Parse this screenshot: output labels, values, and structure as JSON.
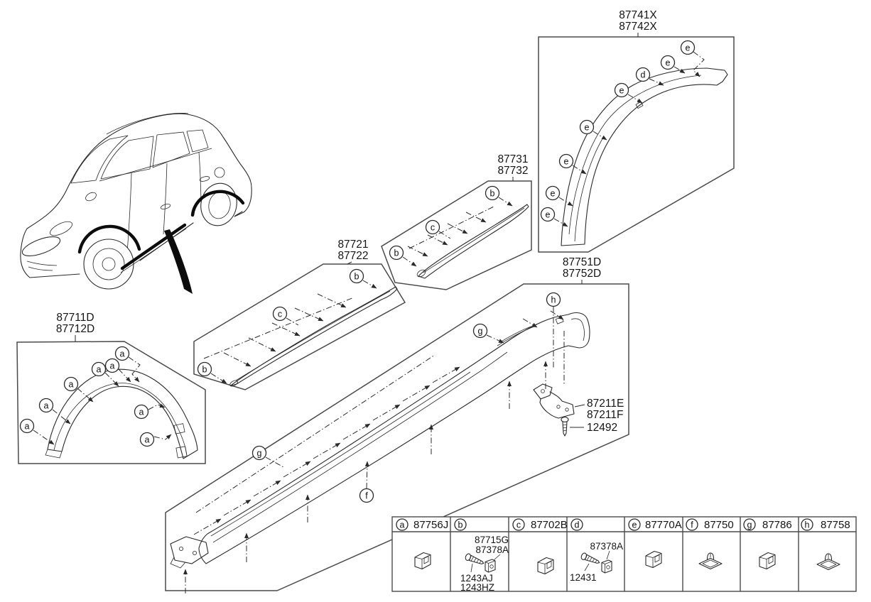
{
  "callouts": {
    "a": "a",
    "b": "b",
    "c": "c",
    "d": "d",
    "e": "e",
    "f": "f",
    "g": "g",
    "h": "h"
  },
  "labels": {
    "rear_arch": [
      "87741X",
      "87742X"
    ],
    "rear_door": [
      "87731",
      "87732"
    ],
    "front_door": [
      "87721",
      "87722"
    ],
    "side_sill": [
      "87751D",
      "87752D"
    ],
    "front_arch": [
      "87711D",
      "87712D"
    ],
    "bracket": [
      "87211E",
      "87211F"
    ],
    "bracket_screw": "12492"
  },
  "legend": {
    "columns": [
      {
        "ref": "a",
        "part": "87756J"
      },
      {
        "ref": "b",
        "part": "",
        "sub_top": [
          "87715G",
          "87378A"
        ],
        "sub_bottom": [
          "1243AJ",
          "1243HZ"
        ]
      },
      {
        "ref": "c",
        "part": "87702B"
      },
      {
        "ref": "d",
        "part": "",
        "sub_top": [
          "87378A"
        ],
        "sub_bottom": [
          "12431"
        ]
      },
      {
        "ref": "e",
        "part": "87770A"
      },
      {
        "ref": "f",
        "part": "87750"
      },
      {
        "ref": "g",
        "part": "87786"
      },
      {
        "ref": "h",
        "part": "87758"
      }
    ]
  },
  "colors": {
    "line": "#2a2a2a",
    "highlight": "#0c0c0c",
    "background": "#ffffff"
  }
}
